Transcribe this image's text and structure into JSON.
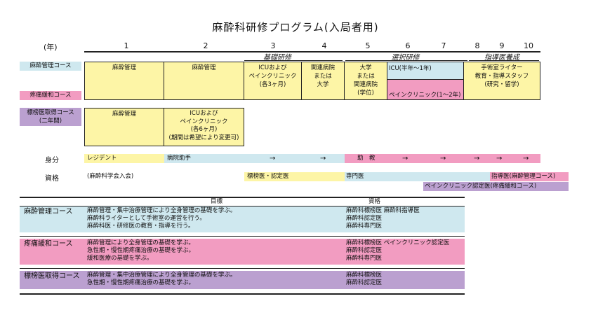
{
  "title": "麻酔科研修プログラム(入局者用)",
  "year_label": "(年)",
  "years": [
    "1",
    "2",
    "3",
    "4",
    "5",
    "6",
    "7",
    "8",
    "9",
    "10"
  ],
  "phases": {
    "basic": "基礎研修",
    "selective": "選択研修",
    "instructor": "指導医養成"
  },
  "courses": {
    "anesthesia": "麻酔管理コース",
    "pain": "疼痛緩和コース",
    "board_line1": "標榜医取得コース",
    "board_line2": "(二年間)"
  },
  "grid": {
    "y1": "麻酔管理",
    "y2": "麻酔管理",
    "y3": [
      "ICUおよび",
      "ペインクリニック",
      "(各3ヶ月)"
    ],
    "y4": [
      "関連病院",
      "または",
      "大学"
    ],
    "y5": [
      "大学",
      "または",
      "関連病院",
      "(学位)"
    ],
    "icu": "ICU(半年～1年)",
    "pain_clinic": "ペインクリニック(1～2年)",
    "y8": [
      "手術室ライター",
      "教育・指導スタッフ",
      "(研究・留学)"
    ],
    "board_y1": "麻酔管理",
    "board_y2": [
      "ICUおよび",
      "ペインクリニック",
      "(各6ヶ月)",
      "(期間は希望により変更可)"
    ]
  },
  "status": {
    "label": "身分",
    "resident": "レジデント",
    "assistant": "病院助手",
    "arrow": "→",
    "associate": "助　教"
  },
  "qualification": {
    "label": "資格",
    "society": "(麻酔科学会入会)",
    "board": "標榜医・認定医",
    "specialist": "専門医",
    "instructor": "指導医(麻酔管理コース)",
    "pain_cert": "ペインクリニック認定医(疼痛緩和コース)"
  },
  "table": {
    "header_goal": "目標",
    "header_qual": "資格",
    "rows": [
      {
        "course": "麻酔管理コース",
        "goals": [
          "麻酔管理・集中治療管理により全身管理の基礎を学ぶ。",
          "麻酔科ライターとして手術室の運営を行う。",
          "麻酔科医・研修医の教育・指導を行う。"
        ],
        "quals": [
          "麻酔科標榜医 麻酔科指導医",
          "麻酔科認定医",
          "麻酔科専門医"
        ],
        "color": "#cfe8ef"
      },
      {
        "course": "疼痛緩和コース",
        "goals": [
          "麻酔管理により全身管理の基礎を学ぶ。",
          "急性期・慢性期疼痛治療の基礎を学ぶ。",
          "緩和医療の基礎を学ぶ。"
        ],
        "quals": [
          "麻酔科標榜医 ペインクリニック認定医",
          "麻酔科認定医",
          "麻酔科専門医"
        ],
        "color": "#f29cc1"
      },
      {
        "course": "標榜医取得コース",
        "goals": [
          "麻酔管理・集中治療管理により全身管理の基礎を学ぶ。",
          "急性期・慢性期疼痛治療の基礎を学ぶ。"
        ],
        "quals": [
          "麻酔科標榜医",
          "麻酔科認定医"
        ],
        "color": "#bba0d0"
      }
    ]
  },
  "colors": {
    "yellow": "#fdf5a6",
    "lightblue": "#cfe8ef",
    "pink": "#f29cc1",
    "purple": "#bba0d0"
  }
}
